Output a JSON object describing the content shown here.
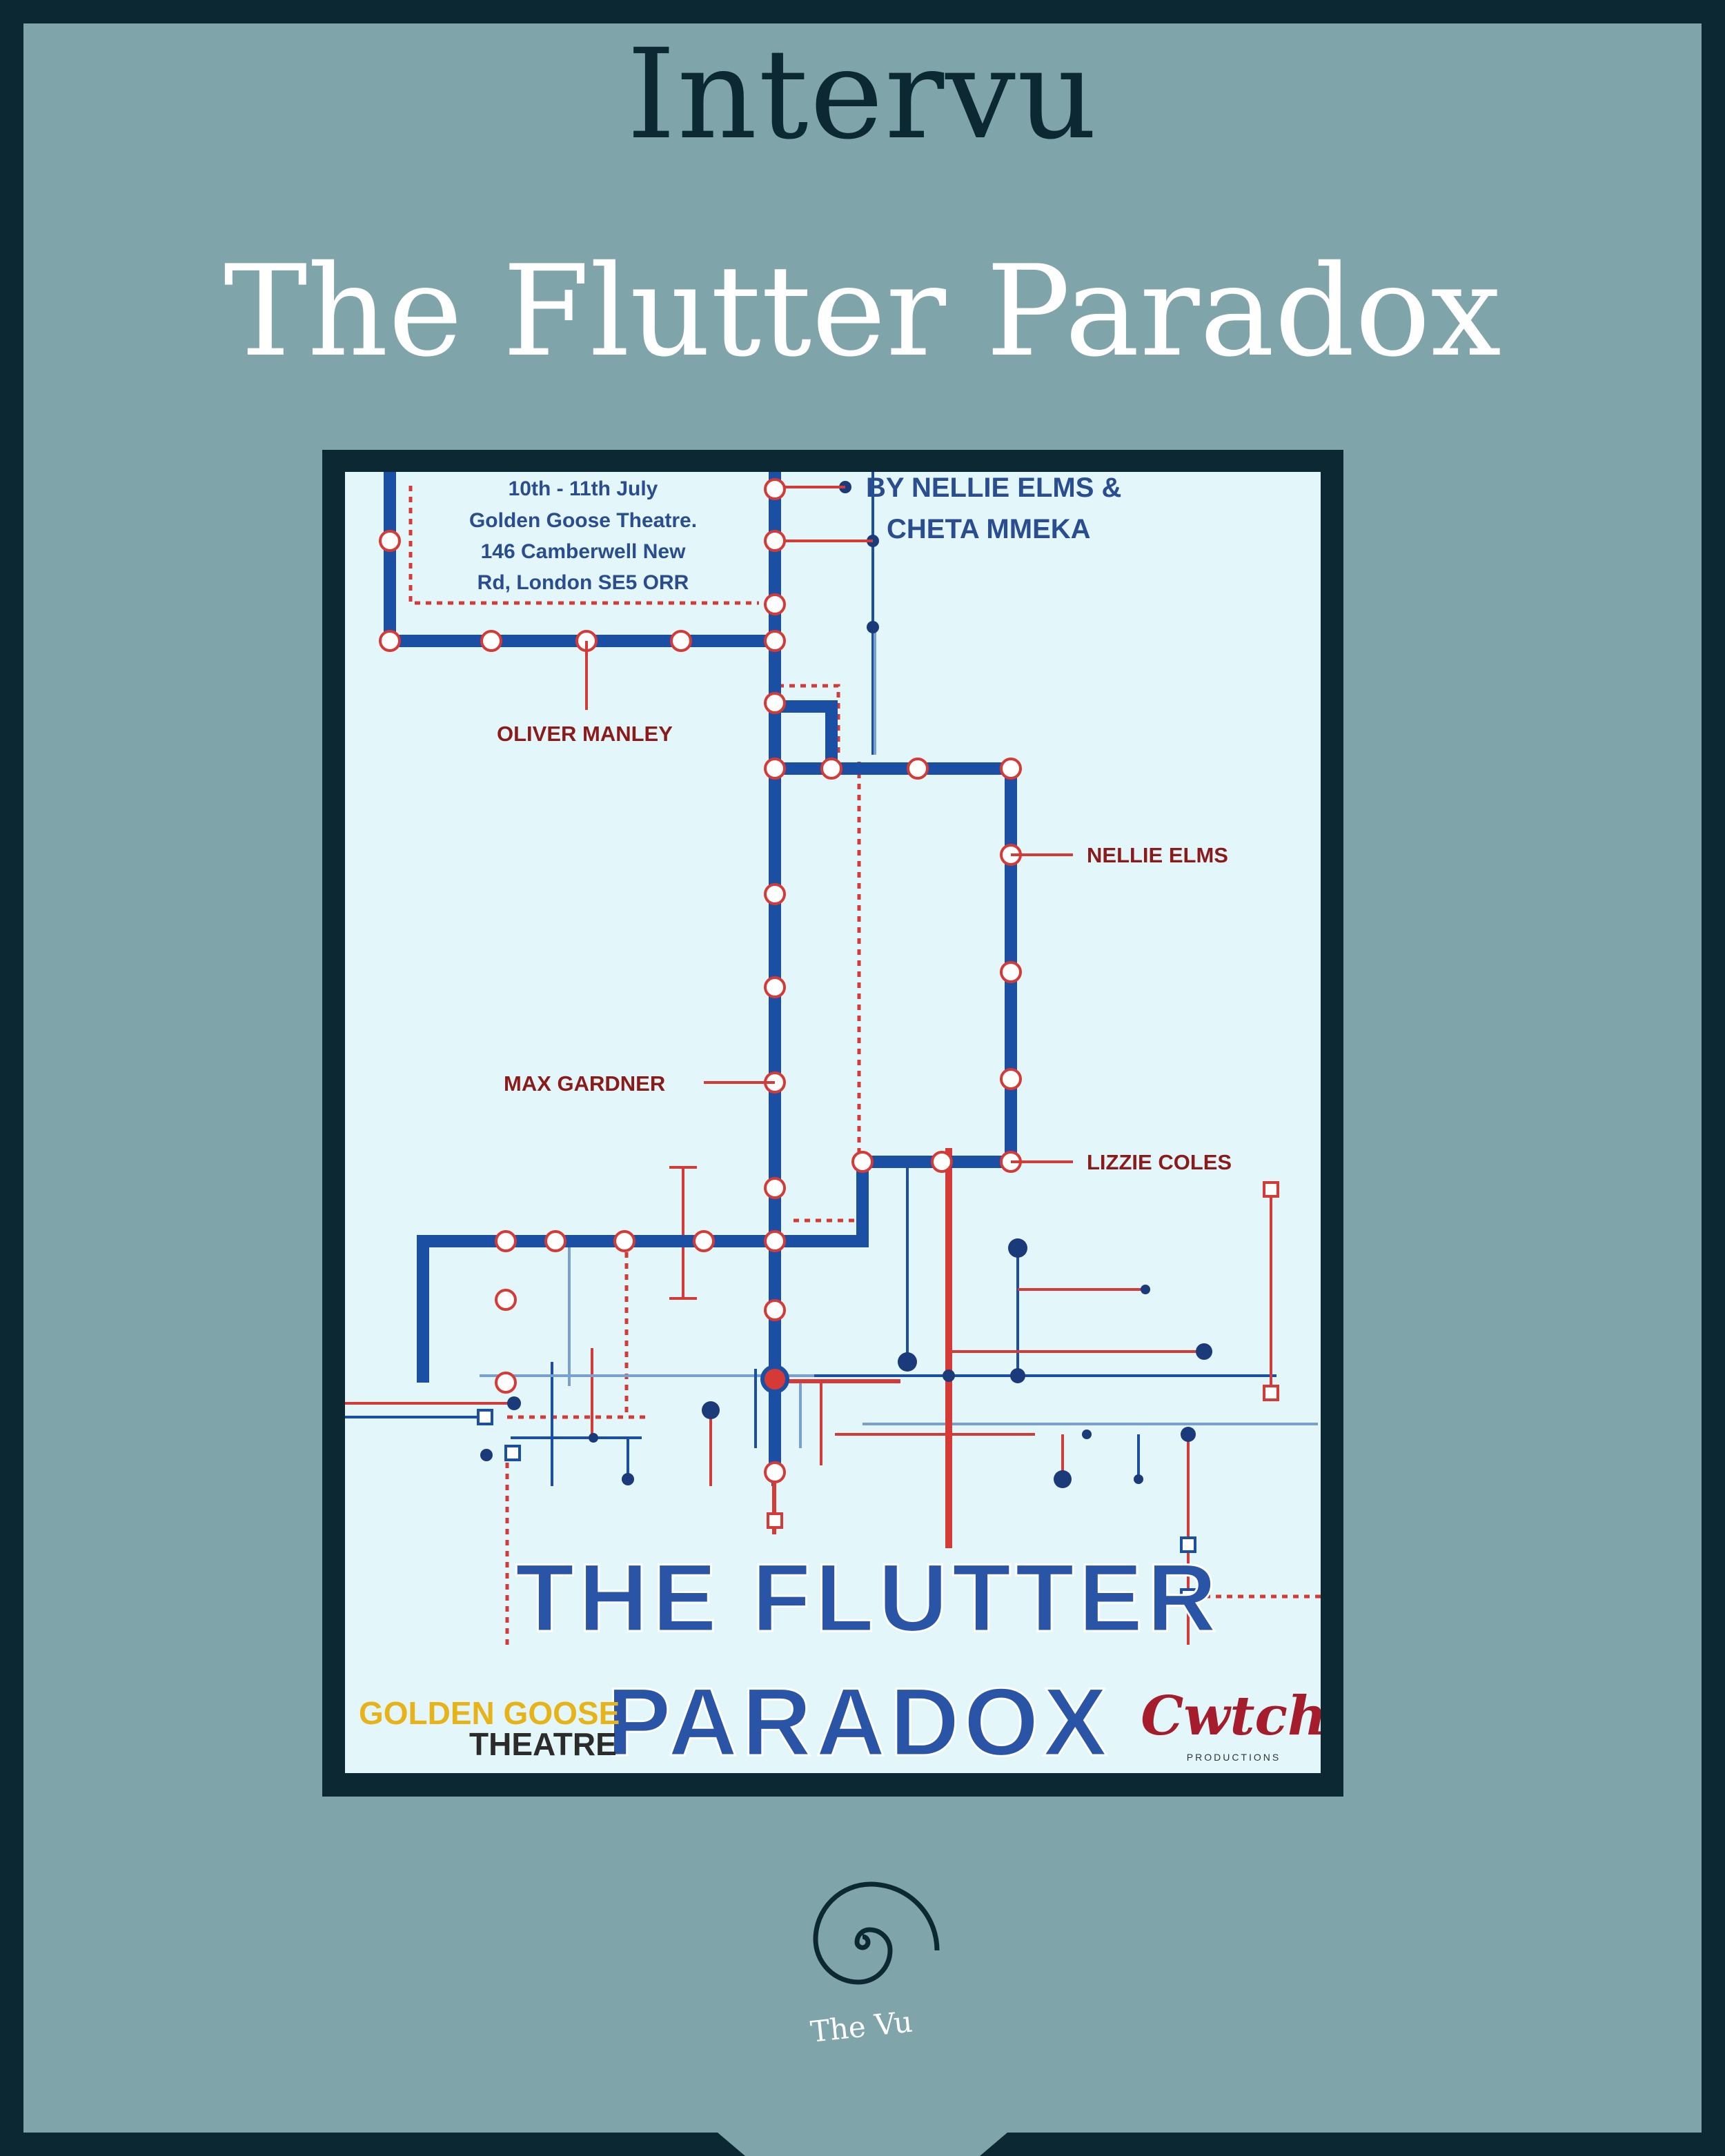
{
  "header": {
    "brand": "Intervu",
    "title": "The Flutter Paradox"
  },
  "poster": {
    "dates": "10th - 11th July",
    "venue_line1": "Golden Goose Theatre.",
    "venue_line2": "146 Camberwell New",
    "venue_line3": "Rd, London SE5 ORR",
    "by_line1": "BY NELLIE ELMS &",
    "by_line2": "CHETA MMEKA",
    "cast": {
      "oliver": "OLIVER MANLEY",
      "nellie": "NELLIE ELMS",
      "max": "MAX GARDNER",
      "lizzie": "LIZZIE COLES"
    },
    "title_line1": "THE FLUTTER",
    "title_line2": "PARADOX",
    "sponsor_left_line1": "GOLDEN GOOSE",
    "sponsor_left_line2": "THEATRE",
    "sponsor_right_main": "Cwtch",
    "sponsor_right_sub": "PRODUCTIONS"
  },
  "footer": {
    "logo_text": "The Vu"
  },
  "colors": {
    "frame": "#0b2833",
    "panel": "#7fa5ab",
    "poster_bg": "#e3f6f9",
    "line_blue": "#1b4fa3",
    "line_red": "#d63a36",
    "cast_text": "#8b1a1a",
    "sponsor_gold": "#e6b319",
    "sponsor_red": "#a51d2d"
  }
}
